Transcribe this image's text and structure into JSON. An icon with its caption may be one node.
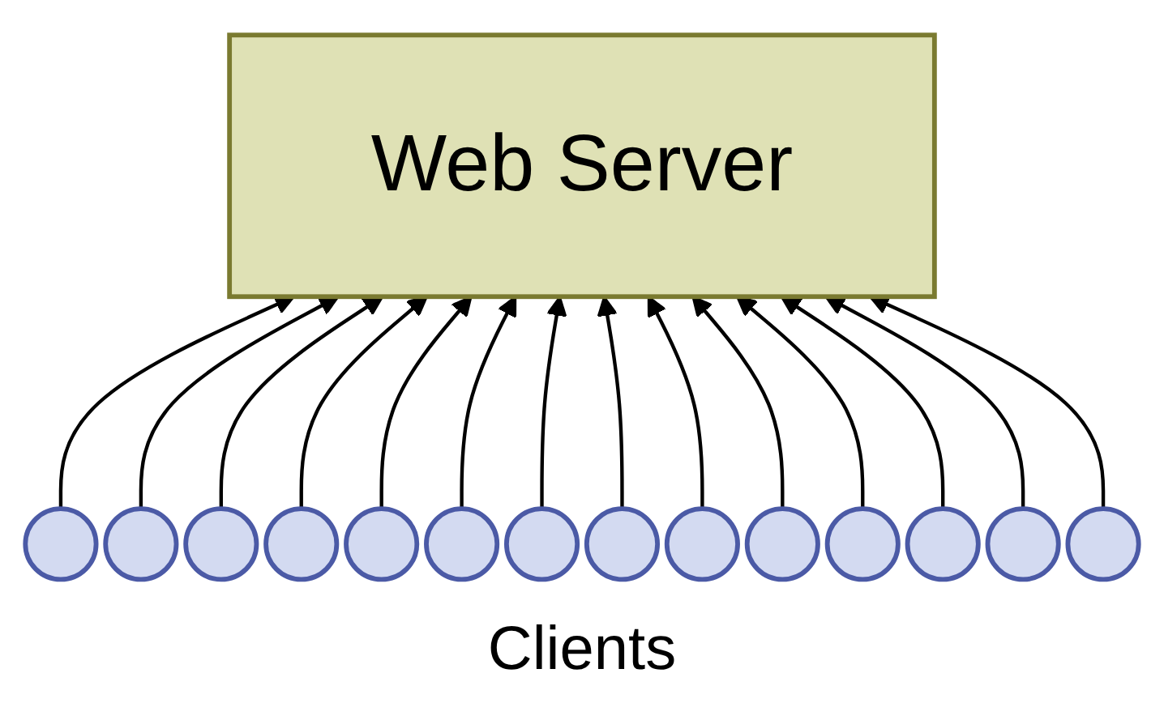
{
  "diagram": {
    "nodes": [
      {
        "text": [
          "Web Server"
        ]
      },
      {
        "text": [],
        "shape": "circle"
      },
      {
        "text": [],
        "shape": "circle"
      },
      {
        "text": [],
        "shape": "circle"
      },
      {
        "text": [],
        "shape": "circle"
      },
      {
        "text": [],
        "shape": "circle"
      },
      {
        "text": [],
        "shape": "circle"
      },
      {
        "text": [],
        "shape": "circle"
      },
      {
        "text": [],
        "shape": "circle"
      },
      {
        "text": [],
        "shape": "circle"
      },
      {
        "text": [],
        "shape": "circle"
      },
      {
        "text": [],
        "shape": "circle"
      },
      {
        "text": [],
        "shape": "circle"
      },
      {
        "text": [],
        "shape": "circle"
      },
      {
        "text": [],
        "shape": "circle"
      }
    ],
    "edges": [
      {
        "from": 1,
        "to": 0,
        "arrow": "to"
      },
      {
        "from": 2,
        "to": 0,
        "arrow": "to"
      },
      {
        "from": 3,
        "to": 0,
        "arrow": "to"
      },
      {
        "from": 4,
        "to": 0,
        "arrow": "to"
      },
      {
        "from": 5,
        "to": 0,
        "arrow": "to"
      },
      {
        "from": 6,
        "to": 0,
        "arrow": "to"
      },
      {
        "from": 7,
        "to": 0,
        "arrow": "to"
      },
      {
        "from": 8,
        "to": 0,
        "arrow": "to"
      },
      {
        "from": 9,
        "to": 0,
        "arrow": "to"
      },
      {
        "from": 10,
        "to": 0,
        "arrow": "to"
      },
      {
        "from": 11,
        "to": 0,
        "arrow": "to"
      },
      {
        "from": 12,
        "to": 0,
        "arrow": "to"
      },
      {
        "from": 13,
        "to": 0,
        "arrow": "to"
      },
      {
        "from": 14,
        "to": 0,
        "arrow": "to"
      }
    ],
    "labels": [
      "Clients"
    ]
  }
}
